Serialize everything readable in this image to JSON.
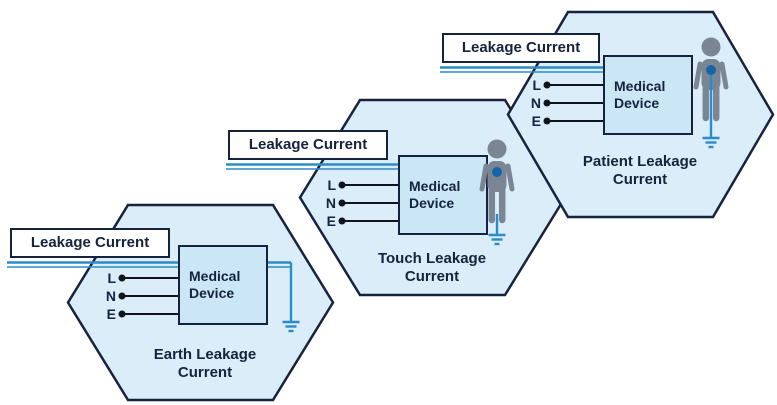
{
  "colors": {
    "outline": "#15233e",
    "hexFill": "#dbedf9",
    "deviceFill": "#cbe6f5",
    "blue": "#2b8cc9",
    "electrode": "#1565a8",
    "wire": "#10151c",
    "person": "#7b8694",
    "text": "#15233e",
    "labelBg": "#ffffff"
  },
  "cells": [
    {
      "leakage_label": "Leakage Current",
      "device_label": "Medical Device",
      "terminals": [
        "L",
        "N",
        "E"
      ],
      "caption": "Earth Leakage Current"
    },
    {
      "leakage_label": "Leakage Current",
      "device_label": "Medical Device",
      "terminals": [
        "L",
        "N",
        "E"
      ],
      "caption": "Touch Leakage Current"
    },
    {
      "leakage_label": "Leakage Current",
      "device_label": "Medical Device",
      "terminals": [
        "L",
        "N",
        "E"
      ],
      "caption": "Patient Leakage Current"
    }
  ]
}
